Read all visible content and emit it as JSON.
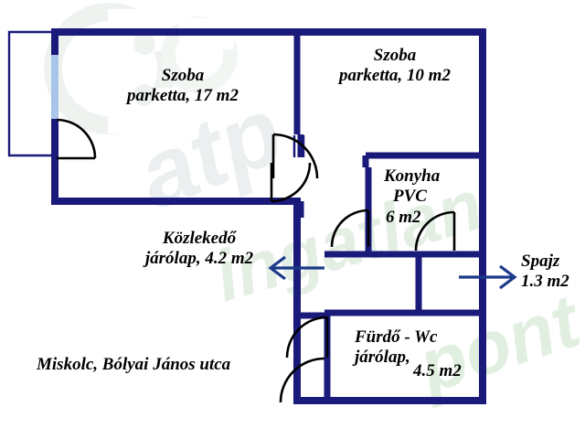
{
  "document": {
    "type": "floor-plan",
    "address": "Miskolc, Bólyai János utca",
    "wall_color": "#1a1a7a",
    "opening_color": "#a8c4e8",
    "door_arc_color": "#000000",
    "arrow_color": "#1a3a8a",
    "text_color": "#000000",
    "background_color": "#ffffff",
    "watermark_text": "ingatlanpont",
    "watermark_color": "#dde8dd"
  },
  "rooms": [
    {
      "id": "szoba-17",
      "name": "Szoba",
      "flooring": "parketta, 17 m2",
      "area_m2": 17,
      "material": "parketta"
    },
    {
      "id": "szoba-10",
      "name": "Szoba",
      "flooring": "parketta, 10 m2",
      "area_m2": 10,
      "material": "parketta"
    },
    {
      "id": "konyha",
      "name": "Konyha",
      "material_line": "PVC",
      "area_line": "6 m2",
      "area_m2": 6,
      "material": "PVC"
    },
    {
      "id": "kozlekedo",
      "name": "Közlekedő",
      "flooring": "járólap, 4.2 m2",
      "area_m2": 4.2,
      "material": "járólap"
    },
    {
      "id": "spajz",
      "name": "Spajz",
      "area_line": "1.3 m2",
      "area_m2": 1.3
    },
    {
      "id": "furdo-wc",
      "name": "Fürdő - Wc",
      "material_line": "járólap,",
      "area_line": "4.5 m2",
      "area_m2": 4.5,
      "material": "járólap"
    }
  ],
  "annotations": {
    "kozlekedo_arrow_direction": "left",
    "spajz_arrow_direction": "right"
  }
}
